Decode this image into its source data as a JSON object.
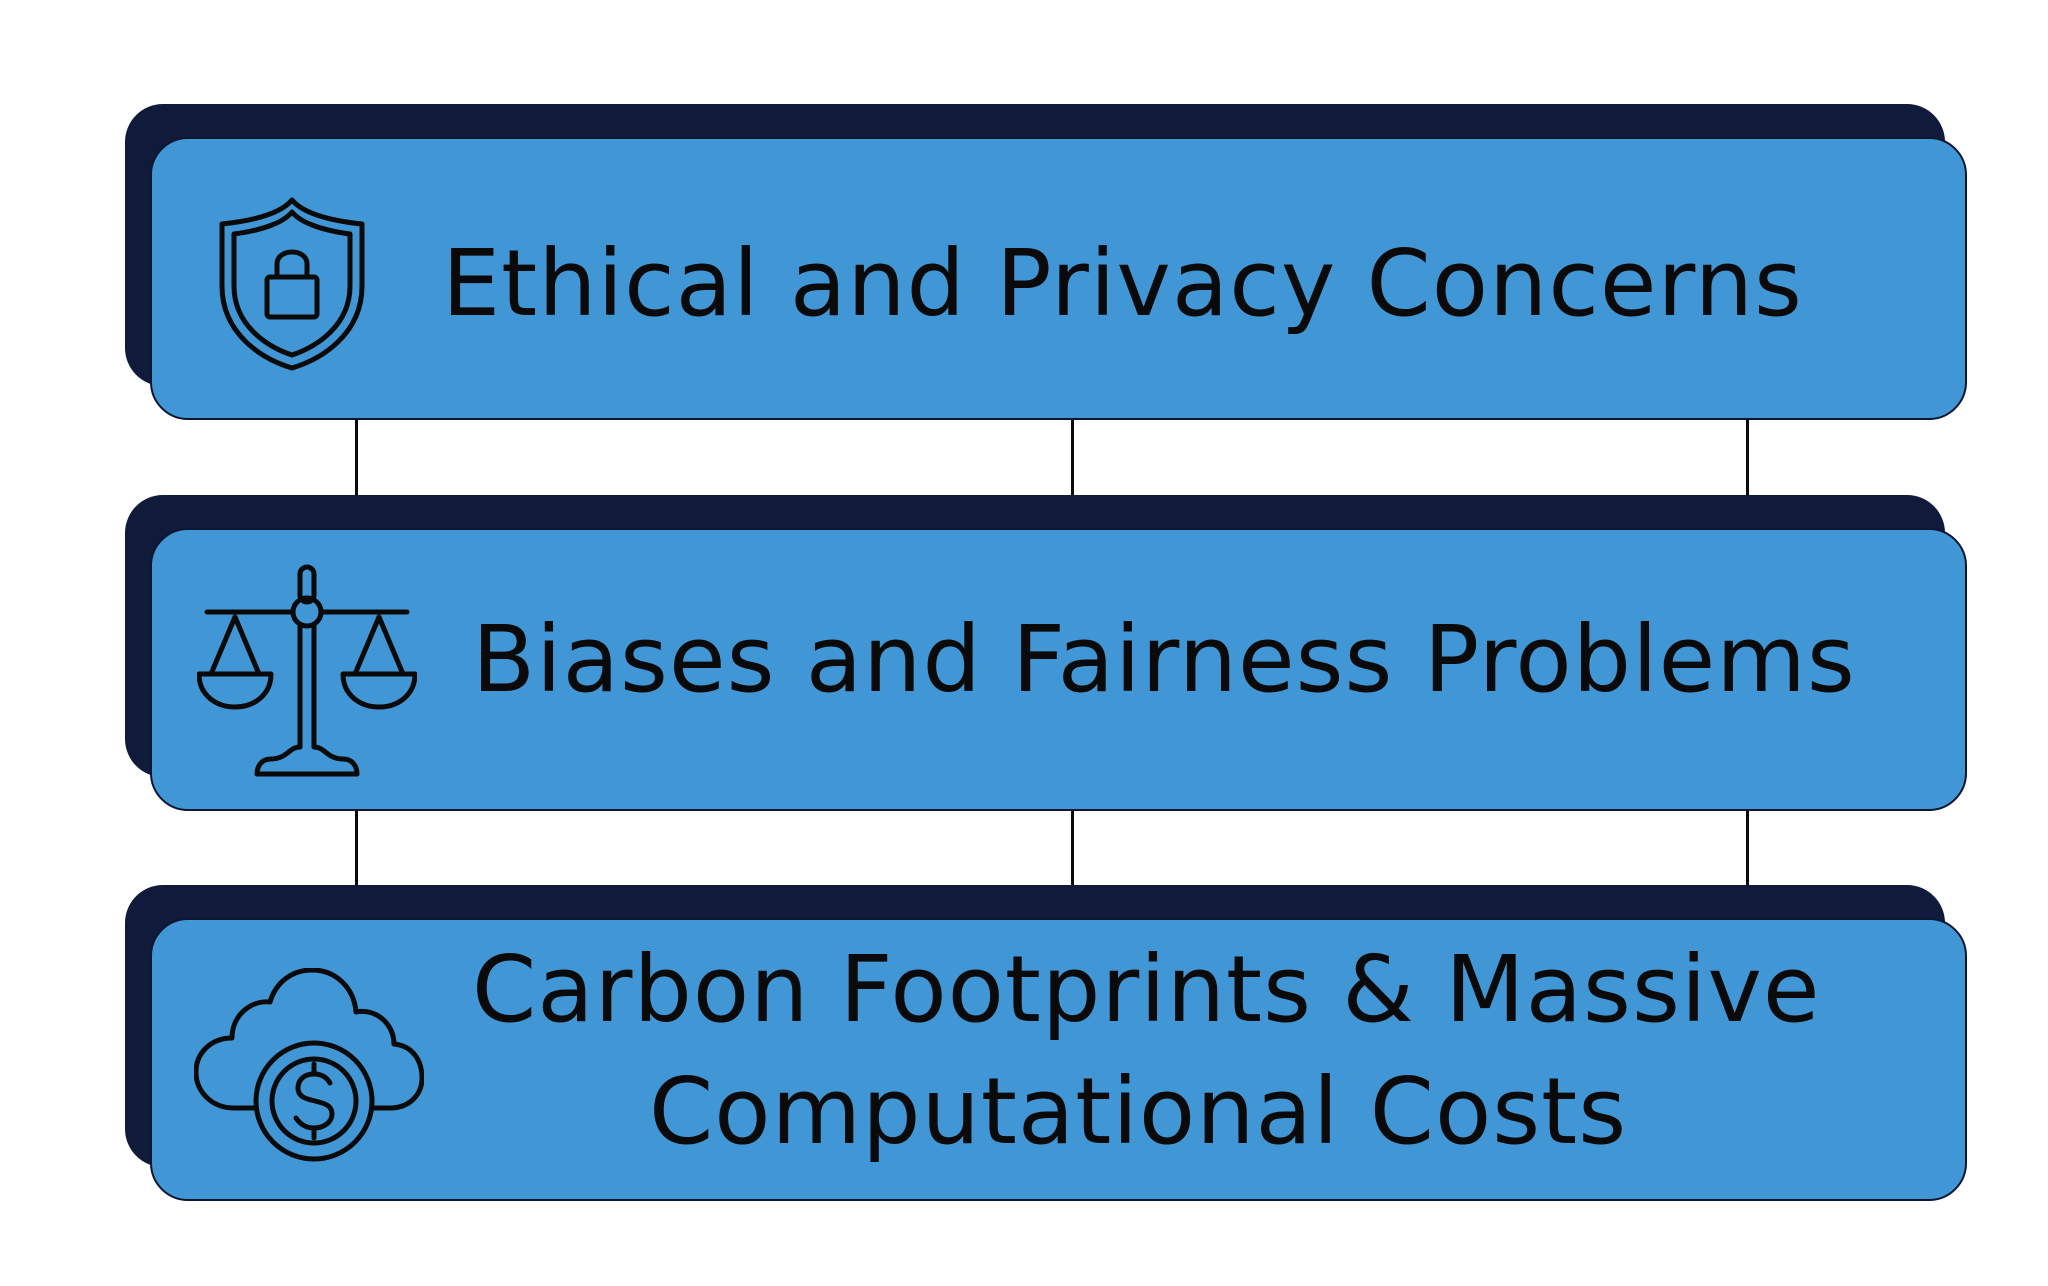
{
  "diagram": {
    "items": [
      {
        "label": "Ethical and Privacy Concerns",
        "icon": "shield-lock-icon"
      },
      {
        "label": "Biases and Fairness Problems",
        "icon": "balance-scale-icon"
      },
      {
        "label_line1": "Carbon Footprints & Massive",
        "label_line2": "Computational Costs",
        "icon": "cloud-dollar-icon"
      }
    ]
  },
  "colors": {
    "card_fill": "#4197d6",
    "card_shadow": "#101a3a",
    "text": "#0a0a0a",
    "background": "#ffffff"
  }
}
